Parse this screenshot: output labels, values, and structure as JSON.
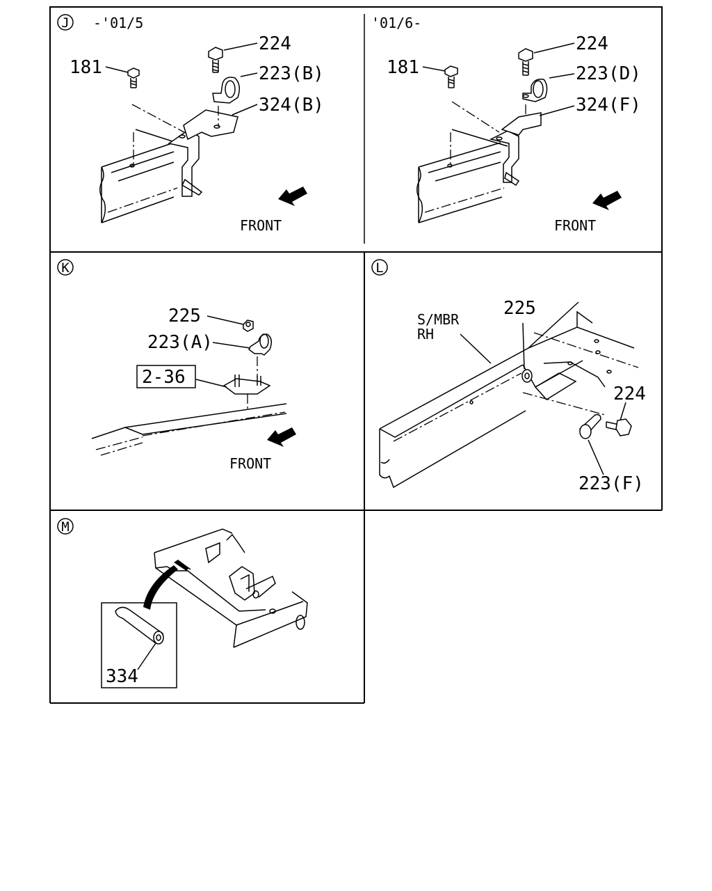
{
  "panels": {
    "j_left": {
      "letter": "J",
      "range": "-'01/5",
      "callouts": {
        "bolt_top": "224",
        "clip": "223(B)",
        "bracket": "324(B)",
        "bolt_side": "181"
      },
      "front": "FRONT"
    },
    "j_right": {
      "range": "'01/6-",
      "callouts": {
        "bolt_top": "224",
        "clip": "223(D)",
        "bracket": "324(F)",
        "bolt_side": "181"
      },
      "front": "FRONT"
    },
    "k": {
      "letter": "K",
      "callouts": {
        "nut": "225",
        "clip": "223(A)",
        "ref": "2-36"
      },
      "front": "FRONT"
    },
    "l": {
      "letter": "L",
      "member_label": [
        "S/MBR",
        "RH"
      ],
      "callouts": {
        "nut": "225",
        "bolt": "224",
        "clip": "223(F)"
      }
    },
    "m": {
      "letter": "M",
      "callouts": {
        "part": "334"
      }
    }
  }
}
